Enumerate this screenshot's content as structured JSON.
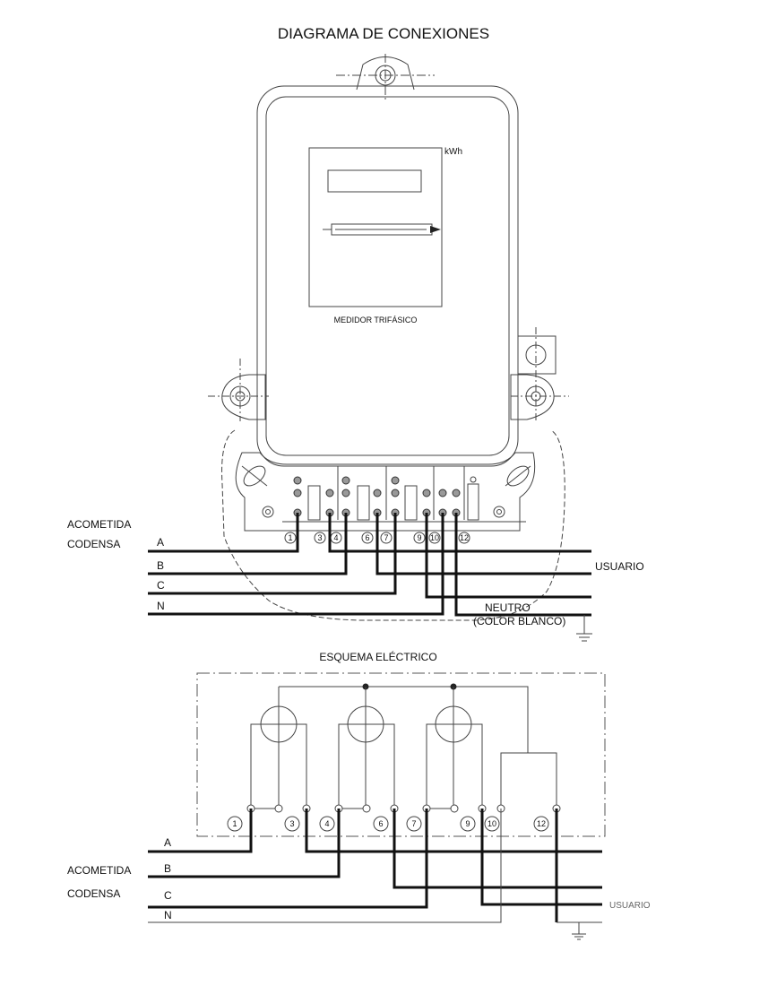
{
  "title": "DIAGRAMA DE CONEXIONES",
  "meter": {
    "unit_label": "kWh",
    "name": "MEDIDOR TRIFÁSICO"
  },
  "connection_diagram": {
    "source_label_1": "ACOMETIDA",
    "source_label_2": "CODENSA",
    "phases": [
      "A",
      "B",
      "C",
      "N"
    ],
    "user_label": "USUARIO",
    "neutral_label": "NEUTRO",
    "neutral_color_label": "(COLOR BLANCO)",
    "terminals": [
      "1",
      "3",
      "4",
      "6",
      "7",
      "9",
      "10",
      "12"
    ]
  },
  "electrical_scheme": {
    "title": "ESQUEMA ELÉCTRICO",
    "source_label_1": "ACOMETIDA",
    "source_label_2": "CODENSA",
    "phases": [
      "A",
      "B",
      "C",
      "N"
    ],
    "user_label": "USUARIO",
    "terminals": [
      "1",
      "3",
      "4",
      "6",
      "7",
      "9",
      "10",
      "12"
    ]
  }
}
